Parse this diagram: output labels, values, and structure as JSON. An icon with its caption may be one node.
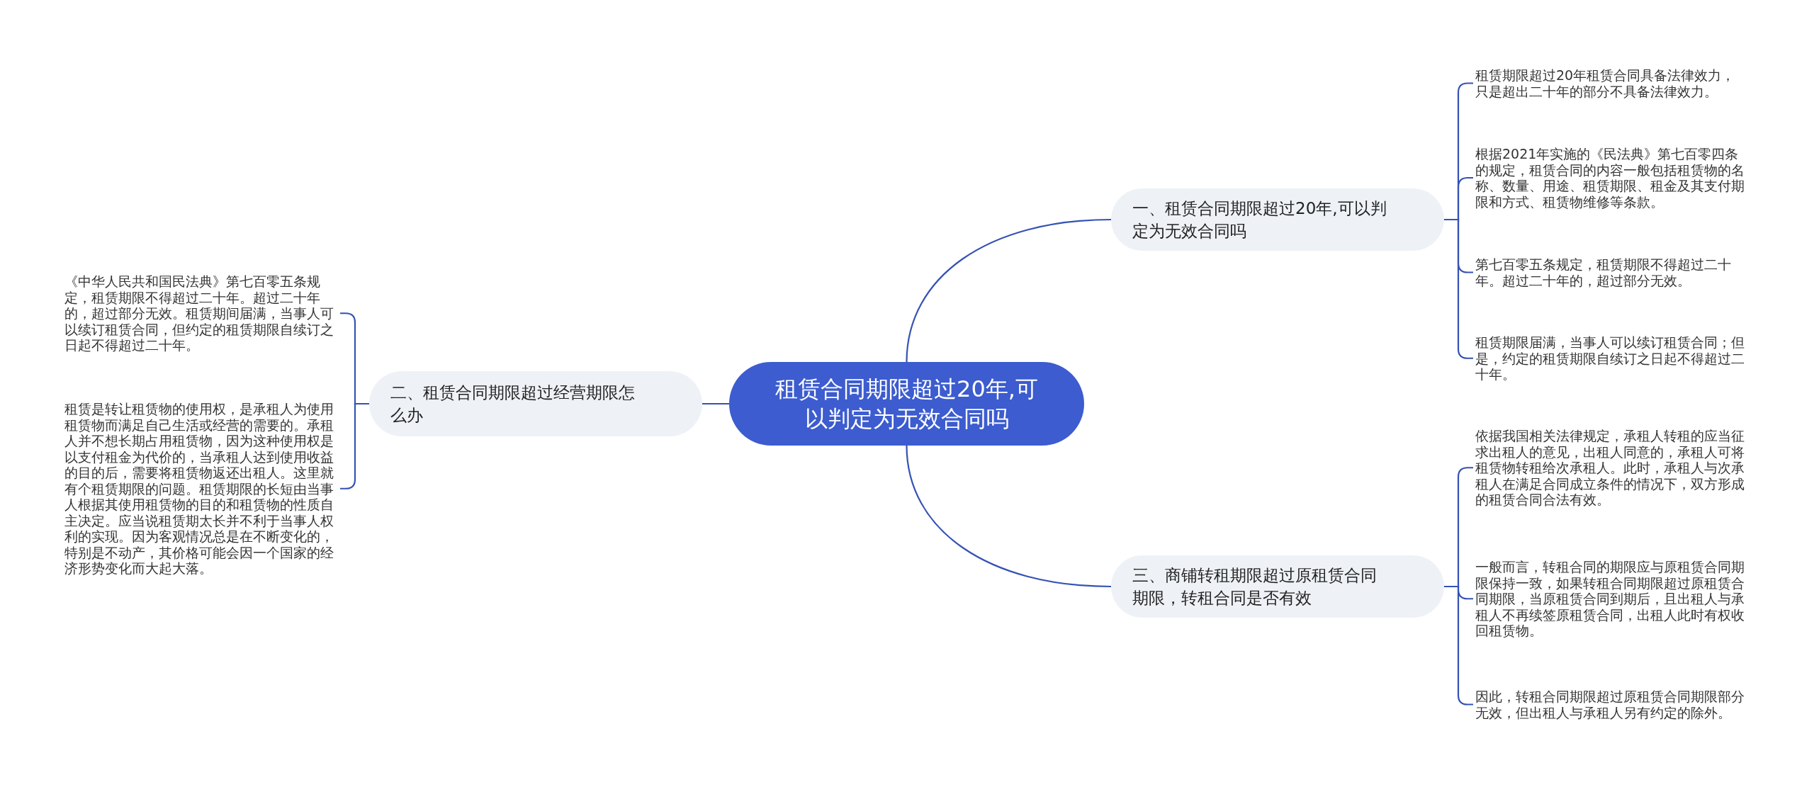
{
  "diagram": {
    "nodes": [
      {
        "text": [
          "租赁合同期限超过20年,可以判定为无效合同吗"
        ]
      },
      {
        "text": [
          "一、租赁合同期限超过20年,可以判定为无效合同吗"
        ]
      },
      {
        "text": [
          "租赁期限超过20年租赁合同具备法律效力，只是超出二十年的部分不具备法律效力。"
        ]
      },
      {
        "text": [
          "根据2021年实施的《民法典》第七百零四条的规定，租赁合同的内容一般包括租赁物的名称、数量、用途、租赁期限、租金及其支付期限和方式、租赁物维修等条款。"
        ]
      },
      {
        "text": [
          "第七百零五条规定，租赁期限不得超过二十年。超过二十年的，超过部分无效。"
        ]
      },
      {
        "text": [
          "租赁期限届满，当事人可以续订租赁合同；但是，约定的租赁期限自续订之日起不得超过二十年。"
        ]
      },
      {
        "text": [
          "二、租赁合同期限超过经营期限怎么办"
        ]
      },
      {
        "text": [
          "《中华人民共和国民法典》第七百零五条规定，租赁期限不得超过二十年。超过二十年的，超过部分无效。租赁期间届满，当事人可以续订租赁合同，但约定的租赁期限自续订之日起不得超过二十年。"
        ]
      },
      {
        "text": [
          "租赁是转让租赁物的使用权，是承租人为使用租赁物而满足自己生活或经营的需要的。承租人并不想长期占用租赁物，因为这种使用权是以支付租金为代价的，当承租人达到使用收益的目的后，需要将租赁物返还出租人。这里就有个租赁期限的问题。租赁期限的长短由当事人根据其使用租赁物的目的和租赁物的性质自主决定。应当说租赁期太长并不利于当事人权利的实现。因为客观情况总是在不断变化的，特别是不动产，其价格可能会因一个国家的经济形势变化而大起大落。"
        ]
      },
      {
        "text": [
          "三、商铺转租期限超过原租赁合同期限，转租合同是否有效"
        ]
      },
      {
        "text": [
          "依据我国相关法律规定，承租人转租的应当征求出租人的意见，出租人同意的，承租人可将租赁物转租给次承租人。此时，承租人与次承租人在满足合同成立条件的情况下，双方形成的租赁合同合法有效。"
        ]
      },
      {
        "text": [
          "一般而言，转租合同的期限应与原租赁合同期限保持一致，如果转租合同期限超过原租赁合同期限，当原租赁合同到期后，且出租人与承租人不再续签原租赁合同，出租人此时有权收回租赁物。"
        ]
      },
      {
        "text": [
          "因此，转租合同期限超过原租赁合同期限部分无效，但出租人与承租人另有约定的除外。"
        ]
      }
    ],
    "edges": [
      {
        "from": 0,
        "to": 1,
        "arrow": "none"
      },
      {
        "from": 1,
        "to": 2,
        "arrow": "none"
      },
      {
        "from": 1,
        "to": 3,
        "arrow": "none"
      },
      {
        "from": 1,
        "to": 4,
        "arrow": "none"
      },
      {
        "from": 1,
        "to": 5,
        "arrow": "none"
      },
      {
        "from": 0,
        "to": 6,
        "arrow": "none"
      },
      {
        "from": 6,
        "to": 7,
        "arrow": "none"
      },
      {
        "from": 6,
        "to": 8,
        "arrow": "none"
      },
      {
        "from": 0,
        "to": 9,
        "arrow": "none"
      },
      {
        "from": 9,
        "to": 10,
        "arrow": "none"
      },
      {
        "from": 9,
        "to": 11,
        "arrow": "none"
      },
      {
        "from": 9,
        "to": 12,
        "arrow": "none"
      }
    ]
  }
}
